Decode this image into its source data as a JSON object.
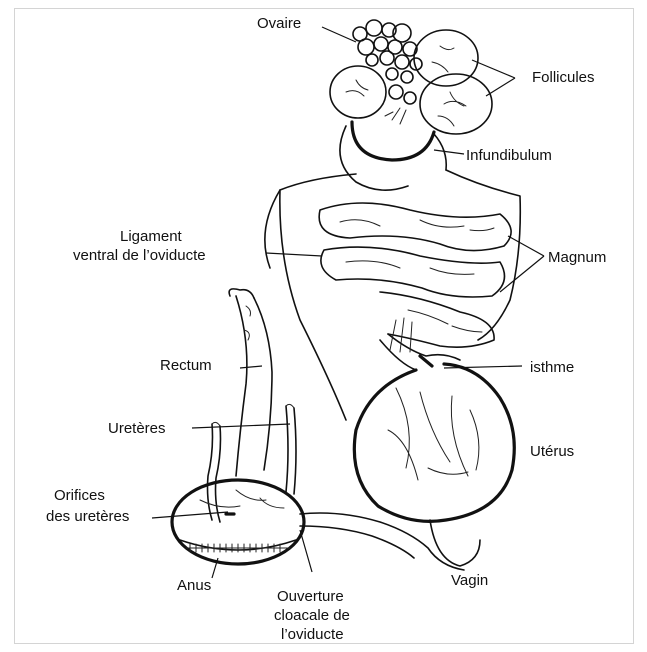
{
  "labels": {
    "ovaire": "Ovaire",
    "follicules": "Follicules",
    "infundibulum": "Infundibulum",
    "ligament_line1": "Ligament",
    "ligament_line2": "ventral de l’oviducte",
    "magnum": "Magnum",
    "rectum": "Rectum",
    "isthme": "isthme",
    "ureteres": "Uretères",
    "uterus": "Utérus",
    "orifices_line1": "Orifices",
    "orifices_line2": "des uretères",
    "vagin": "Vagin",
    "anus": "Anus",
    "ouverture_line1": "Ouverture",
    "ouverture_line2": "cloacale de",
    "ouverture_line3": "l’oviducte"
  }
}
